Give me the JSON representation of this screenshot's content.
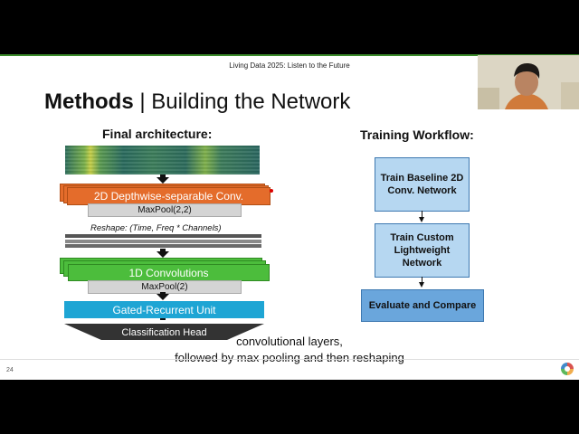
{
  "conference": "Living Data 2025: Listen to the Future",
  "title": {
    "bold": "Methods",
    "sep": " | ",
    "rest": "Building the Network"
  },
  "left_section": {
    "heading": "Final architecture:",
    "conv2d_label": "2D Depthwise-separable Conv.",
    "pool1_label": "MaxPool(2,2)",
    "reshape_label": "Reshape: (Time, Freq * Channels)",
    "conv1d_label": "1D Convolutions",
    "pool2_label": "MaxPool(2)",
    "gru_label": "Gated-Recurrent Unit",
    "head_label": "Classification Head"
  },
  "right_section": {
    "heading": "Training Workflow:",
    "steps": [
      "Train Baseline 2D Conv. Network",
      "Train Custom Lightweight Network",
      "Evaluate and Compare"
    ]
  },
  "caption": {
    "line1": "convolutional layers,",
    "line2": "followed by max pooling and then reshaping"
  },
  "page_number": "24",
  "colors": {
    "conv2d": "#e46c2b",
    "conv1d": "#4cbd3c",
    "gru": "#1ea5d4",
    "head": "#333333",
    "workflow_light": "#b6d7f1",
    "workflow_dark": "#6aa6dc",
    "accent_line": "#3a8a2a"
  }
}
